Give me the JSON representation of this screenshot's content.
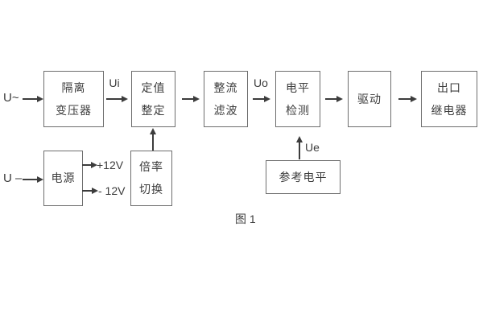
{
  "caption": "图 1",
  "inputs": {
    "ac": "U~",
    "dc": "U –"
  },
  "signals": {
    "ui": "Ui",
    "uo": "Uo",
    "ue": "Ue",
    "plus12": "+12V",
    "minus12": "- 12V"
  },
  "blocks": {
    "isolation_transformer": {
      "lines": [
        "隔离",
        "变压器"
      ]
    },
    "setpoint_adjust": {
      "lines": [
        "定值",
        "整定"
      ]
    },
    "rectifier_filter": {
      "lines": [
        "整流",
        "滤波"
      ]
    },
    "level_detect": {
      "lines": [
        "电平",
        "检测"
      ]
    },
    "driver": {
      "lines": [
        "驱动"
      ]
    },
    "output_relay": {
      "lines": [
        "出口",
        "继电器"
      ]
    },
    "power_supply": {
      "lines": [
        "电源"
      ]
    },
    "ratio_switch": {
      "lines": [
        "倍率",
        "切换"
      ]
    },
    "reference_level": {
      "lines": [
        "参考电平"
      ]
    }
  },
  "colors": {
    "line": "#3c3c3c",
    "border": "#6e6e6e",
    "background": "#ffffff"
  }
}
